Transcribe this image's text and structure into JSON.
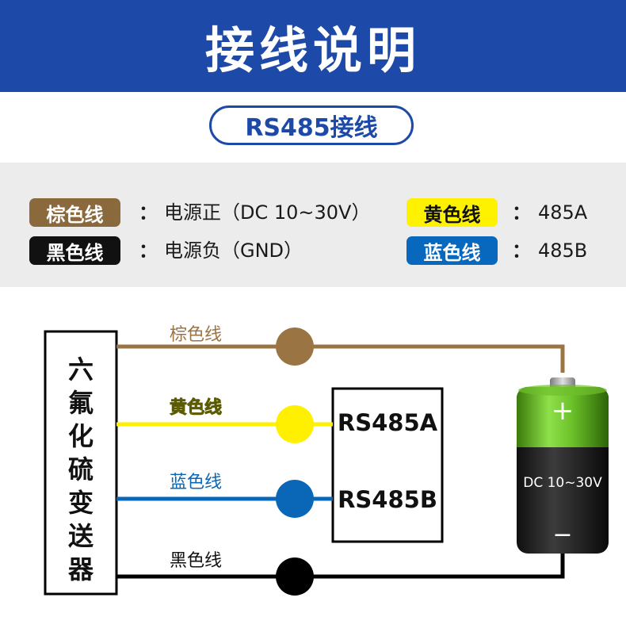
{
  "header": {
    "title": "接线说明"
  },
  "subtitle": "RS485接线",
  "legend": [
    {
      "tag": "棕色线",
      "colon": "：",
      "desc": "电源正（DC 10~30V）",
      "color": "#8a6a3c",
      "text_color": "#ffffff"
    },
    {
      "tag": "黑色线",
      "colon": "：",
      "desc": "电源负（GND）",
      "color": "#111111",
      "text_color": "#ffffff"
    },
    {
      "tag": "黄色线",
      "colon": "：",
      "desc": "485A",
      "color": "#fff200",
      "text_color": "#111111"
    },
    {
      "tag": "蓝色线",
      "colon": "：",
      "desc": "485B",
      "color": "#0868bd",
      "text_color": "#ffffff"
    }
  ],
  "diagram": {
    "device_label": [
      "六",
      "氟",
      "化",
      "硫",
      "变",
      "送",
      "器"
    ],
    "wires": [
      {
        "label": "棕色线",
        "color": "#9b7444"
      },
      {
        "label": "黄色线",
        "color": "#fff000"
      },
      {
        "label": "蓝色线",
        "color": "#0a67b8"
      },
      {
        "label": "黑色线",
        "color": "#000000"
      }
    ],
    "rs485_box": {
      "line_a": "RS485A",
      "line_b": "RS485B"
    },
    "battery": {
      "plus": "+",
      "minus": "−",
      "voltage": "DC 10~30V"
    }
  }
}
